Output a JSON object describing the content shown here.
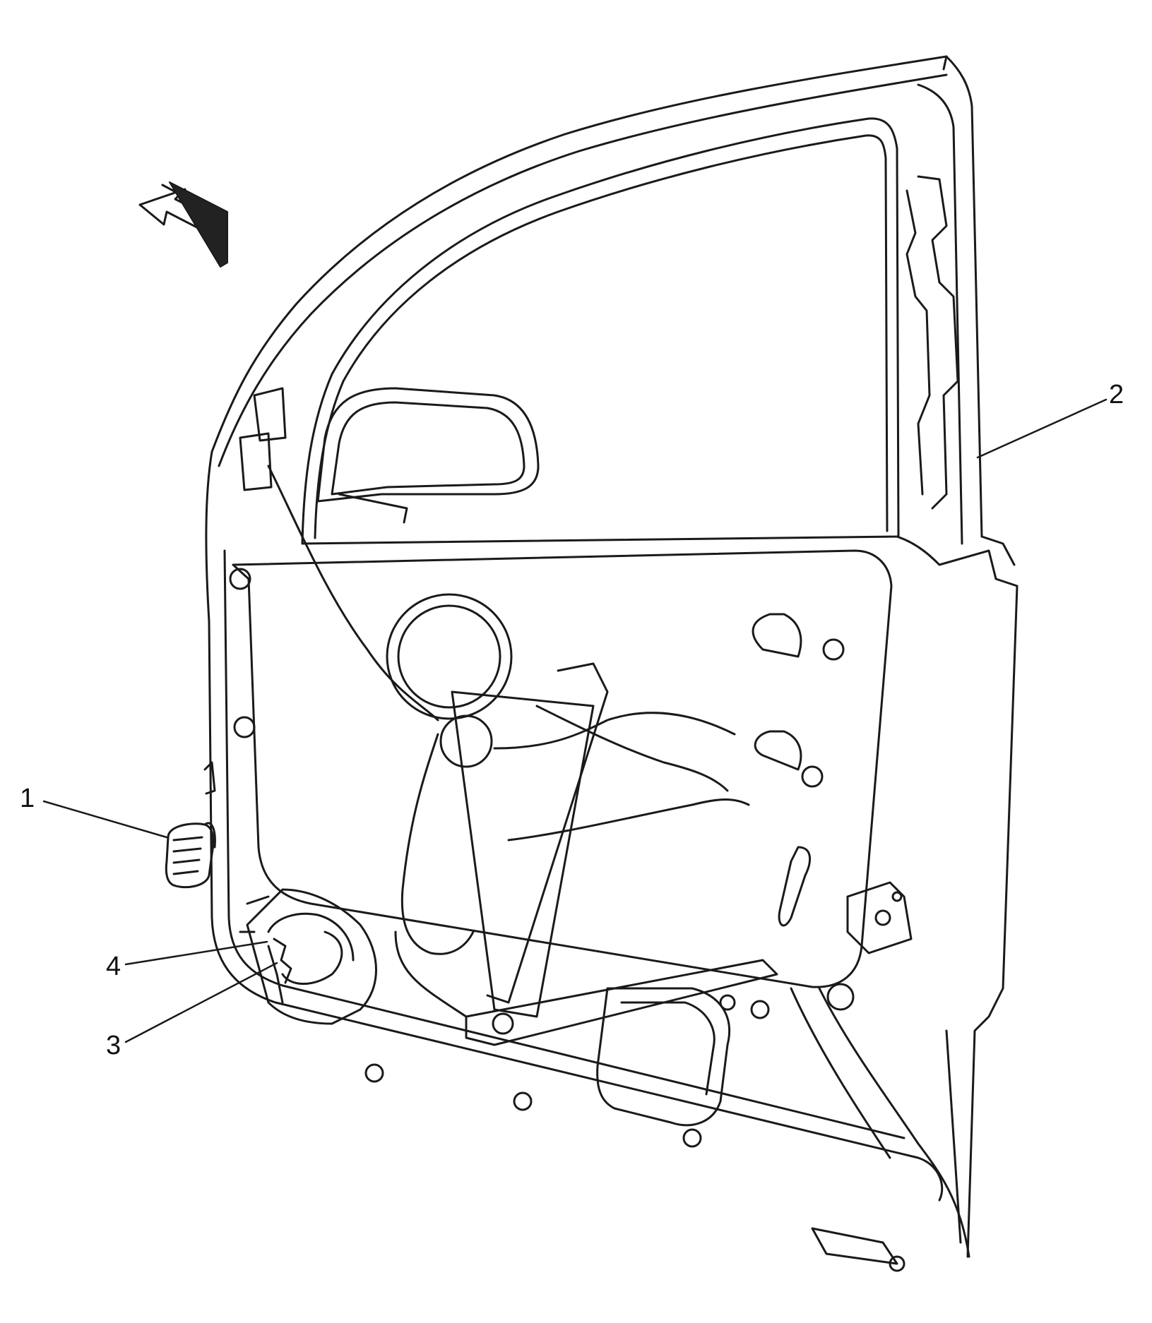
{
  "diagram": {
    "callouts": [
      {
        "id": "1",
        "label": "1"
      },
      {
        "id": "2",
        "label": "2"
      },
      {
        "id": "3",
        "label": "3"
      },
      {
        "id": "4",
        "label": "4"
      }
    ],
    "colors": {
      "line": "#1a1a1a",
      "background": "#ffffff",
      "arrow_fill": "#222222"
    },
    "icons": [
      "forward-direction-arrow-icon",
      "door-assembly-drawing",
      "mirror-drawing",
      "window-regulator-drawing",
      "speaker-drawing",
      "connector-drawing"
    ]
  }
}
